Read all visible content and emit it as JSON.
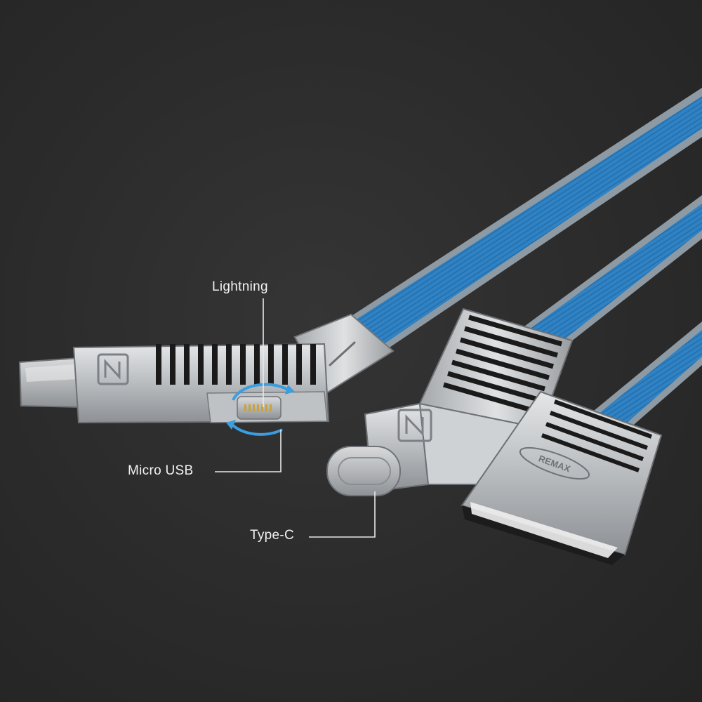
{
  "callouts": {
    "lightning": "Lightning",
    "micro_usb": "Micro USB",
    "type_c": "Type-C"
  },
  "brand_mark": "REMAX",
  "colors": {
    "background": "#2b2b2b",
    "cable_blue": "#2e7fc1",
    "cable_edge": "#8e9aa3",
    "metal": "#c9cccf",
    "rotate_arrow": "#3a9ee0",
    "callout_line": "#e8e8e8"
  }
}
